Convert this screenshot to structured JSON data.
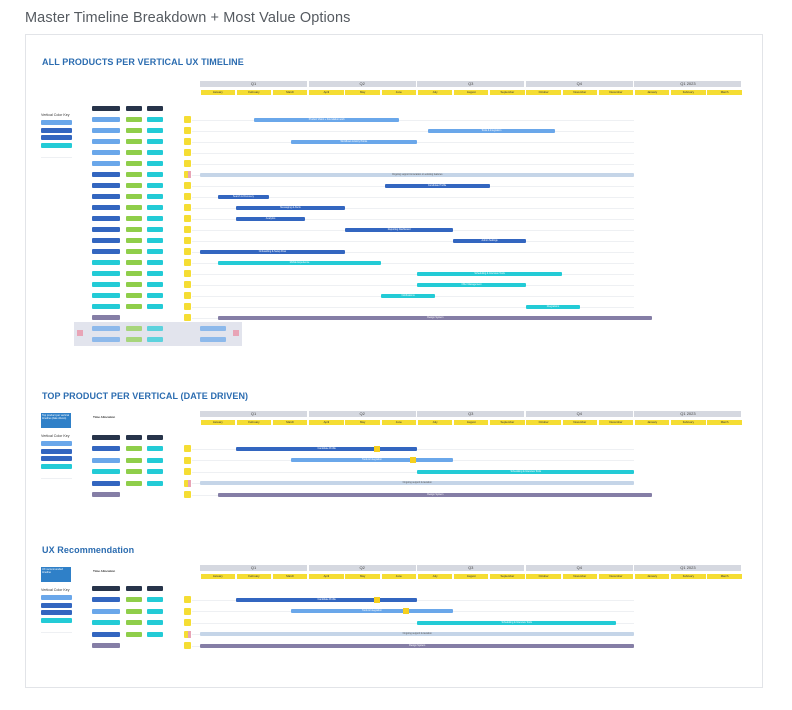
{
  "page": {
    "title": "Master Timeline Breakdown + Most Value Options"
  },
  "colors": {
    "navy": "#27344a",
    "lightBlue": "#6aa7ea",
    "blue": "#3366c0",
    "green": "#8fce4a",
    "cyan": "#23cbd6",
    "purple": "#857ea6",
    "paleBlue": "#c5d5e8",
    "yellow": "#f5dd33",
    "title": "#2b6cb0"
  },
  "quarters": [
    "Q1",
    "Q2",
    "Q3",
    "Q4",
    "Q1 2023"
  ],
  "months": [
    "January",
    "February",
    "March",
    "April",
    "May",
    "June",
    "July",
    "August",
    "September",
    "October",
    "November",
    "December",
    "January",
    "February",
    "March"
  ],
  "sections": [
    {
      "title": "ALL PRODUCTS PER VERTICAL UX TIMELINE",
      "key_label": "Vertical Color Key",
      "rows": [
        {
          "c": "lightBlue",
          "bar": {
            "s": 1.5,
            "e": 5.5,
            "color": "lightBlue",
            "label": "Product Vision + Foundation work"
          }
        },
        {
          "c": "lightBlue",
          "bar": {
            "s": 6.3,
            "e": 9.8,
            "color": "lightBlue",
            "label": "Tools & Integration"
          }
        },
        {
          "c": "lightBlue",
          "bar": {
            "s": 2.5,
            "e": 6.0,
            "color": "lightBlue",
            "label": "Workflows & Entry Points"
          }
        },
        {
          "c": "lightBlue",
          "bar": null
        },
        {
          "c": "lightBlue",
          "bar": null
        },
        {
          "c": "blue",
          "bar": {
            "s": 0.0,
            "e": 12.0,
            "color": "paleBlue",
            "label": "Ongoing support & iteration on existing features"
          }
        },
        {
          "c": "blue",
          "bar": {
            "s": 5.1,
            "e": 8.0,
            "color": "blue",
            "label": "Candidate Profile"
          }
        },
        {
          "c": "blue",
          "bar": {
            "s": 0.5,
            "e": 1.9,
            "color": "blue",
            "label": "Search & Discovery"
          }
        },
        {
          "c": "blue",
          "bar": {
            "s": 1.0,
            "e": 4.0,
            "color": "blue",
            "label": "Messaging & Alerts"
          }
        },
        {
          "c": "blue",
          "bar": {
            "s": 1.0,
            "e": 2.9,
            "color": "blue",
            "label": "Analytics"
          }
        },
        {
          "c": "blue",
          "bar": {
            "s": 4.0,
            "e": 7.0,
            "color": "blue",
            "label": "Reporting Dashboard"
          }
        },
        {
          "c": "blue",
          "bar": {
            "s": 7.0,
            "e": 9.0,
            "color": "blue",
            "label": "Admin Settings"
          }
        },
        {
          "c": "blue",
          "bar": {
            "s": 0.0,
            "e": 4.0,
            "color": "blue",
            "label": "Onboarding & Setup Flow"
          }
        },
        {
          "c": "cyan",
          "bar": {
            "s": 0.5,
            "e": 5.0,
            "color": "cyan",
            "label": "Mobile Experience"
          }
        },
        {
          "c": "cyan",
          "bar": {
            "s": 6.0,
            "e": 10.0,
            "color": "cyan",
            "label": "Scheduling & Interview Tools"
          }
        },
        {
          "c": "cyan",
          "bar": {
            "s": 6.0,
            "e": 9.0,
            "color": "cyan",
            "label": "Offer Management"
          }
        },
        {
          "c": "cyan",
          "bar": {
            "s": 5.0,
            "e": 6.5,
            "color": "cyan",
            "label": "Notifications"
          }
        },
        {
          "c": "cyan",
          "bar": {
            "s": 9.0,
            "e": 10.5,
            "color": "cyan",
            "label": "Integrations"
          }
        },
        {
          "c": "purple",
          "bar": {
            "s": 0.5,
            "e": 12.5,
            "color": "purple",
            "label": "Design System"
          }
        }
      ]
    },
    {
      "title": "TOP PRODUCT PER VERTICAL (DATE DRIVEN)",
      "key_label": "Vertical Color Key",
      "time_label": "Time Allocation",
      "note": "Top product per vertical timeline (date driven)",
      "rows": [
        {
          "c": "blue",
          "bar": {
            "s": 1.0,
            "e": 6.0,
            "color": "blue",
            "label": "Candidate Profile"
          },
          "ms": 4.8
        },
        {
          "c": "lightBlue",
          "bar": {
            "s": 2.5,
            "e": 7.0,
            "color": "lightBlue",
            "label": "Tools & Integration"
          },
          "ms": 5.8
        },
        {
          "c": "cyan",
          "bar": {
            "s": 6.0,
            "e": 12.0,
            "color": "cyan",
            "label": "Scheduling & Interview Tools"
          }
        },
        {
          "c": "blue",
          "bar": {
            "s": 0.0,
            "e": 12.0,
            "color": "paleBlue",
            "label": "Ongoing support & iteration"
          }
        },
        {
          "c": "purple",
          "bar": {
            "s": 0.5,
            "e": 12.5,
            "color": "purple",
            "label": "Design System"
          }
        }
      ]
    },
    {
      "title": "UX Recommendation",
      "key_label": "Vertical Color Key",
      "time_label": "Time Allocation",
      "note": "UX recommended timeline",
      "rows": [
        {
          "c": "blue",
          "bar": {
            "s": 1.0,
            "e": 6.0,
            "color": "blue",
            "label": "Candidate Profile"
          },
          "ms": 4.8
        },
        {
          "c": "lightBlue",
          "bar": {
            "s": 2.5,
            "e": 7.0,
            "color": "lightBlue",
            "label": "Tools & Integration"
          },
          "ms": 5.6
        },
        {
          "c": "cyan",
          "bar": {
            "s": 6.0,
            "e": 11.5,
            "color": "cyan",
            "label": "Scheduling & Interview Tools"
          }
        },
        {
          "c": "blue",
          "bar": {
            "s": 0.0,
            "e": 12.0,
            "color": "paleBlue",
            "label": "Ongoing support & iteration"
          }
        },
        {
          "c": "purple",
          "bar": {
            "s": 0.0,
            "e": 12.0,
            "color": "purple",
            "label": "Design System"
          }
        }
      ]
    }
  ]
}
